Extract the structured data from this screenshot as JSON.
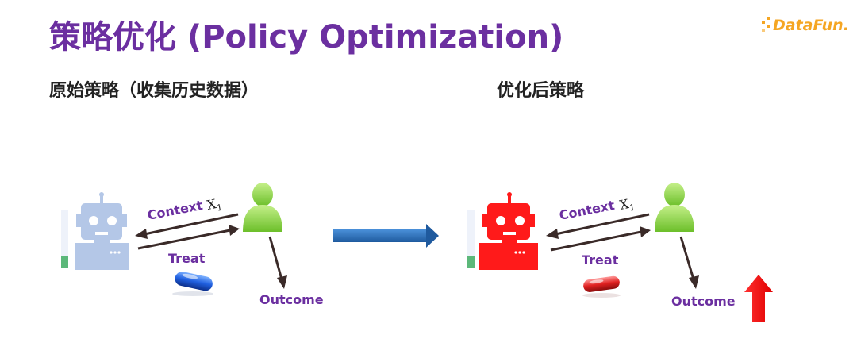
{
  "slide": {
    "title": "策略优化 (Policy Optimization)",
    "logo_text": "DataFun.",
    "colors": {
      "title": "#6b2fa0",
      "label": "#6b2fa0",
      "logo": "#f5a623",
      "arrow_main": "#2b6cb0",
      "arrow_up": "#ff0000",
      "robot_old": "#b4c7e7",
      "robot_new": "#ff1a1a",
      "user": "#8ed14a"
    }
  },
  "panels": {
    "left": {
      "heading": "原始策略（收集历史数据）",
      "context_label": "Context",
      "context_var": "X",
      "context_sub": "1",
      "treat_label": "Treat",
      "outcome_label": "Outcome",
      "robot_icon": "robot-icon",
      "pill_icon": "blue-pill-icon",
      "user_icon": "user-icon"
    },
    "right": {
      "heading": "优化后策略",
      "context_label": "Context",
      "context_var": "X",
      "context_sub": "1",
      "treat_label": "Treat",
      "outcome_label": "Outcome",
      "robot_icon": "robot-icon",
      "pill_icon": "red-pill-icon",
      "user_icon": "user-icon",
      "indicator_icon": "up-arrow-icon"
    }
  }
}
